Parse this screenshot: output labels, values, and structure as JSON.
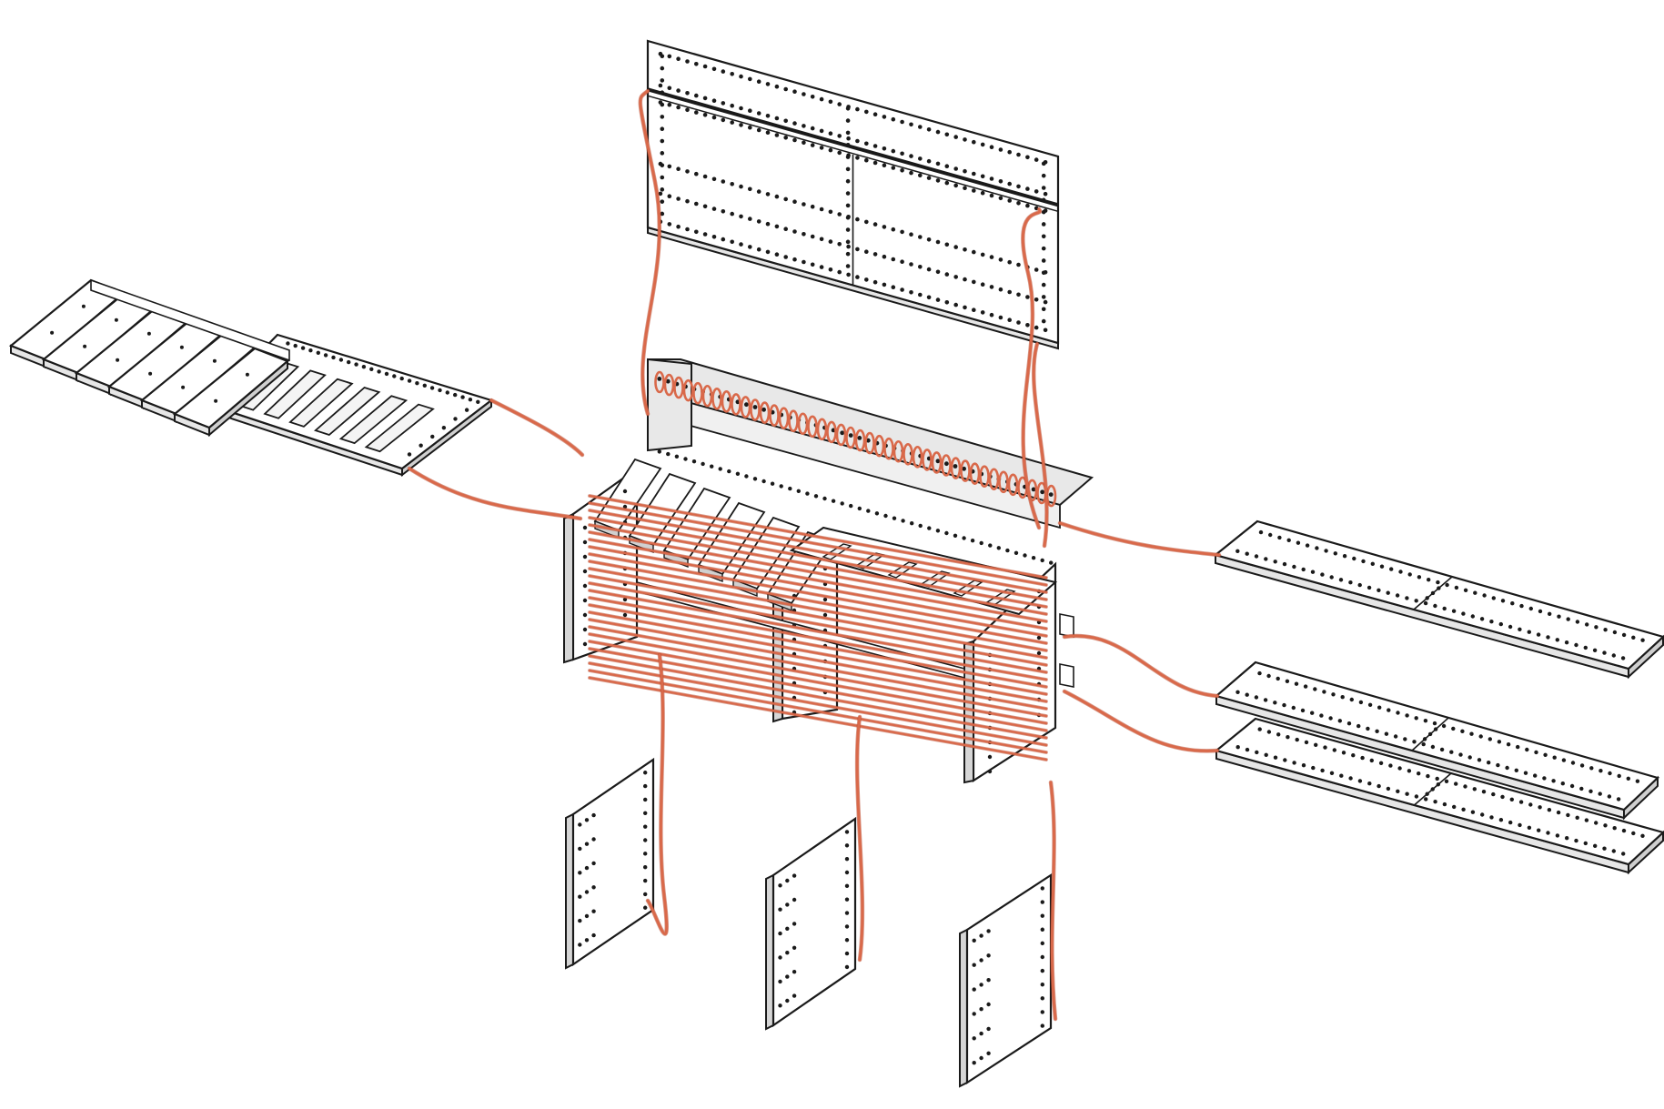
{
  "diagram": {
    "kind": "exploded-axonometric",
    "colors": {
      "background": "#ffffff",
      "panel_fill": "#ffffff",
      "panel_shaded_fill": "#e6e6e6",
      "edge": "#1a1a1a",
      "hole": "#1a1a1a",
      "cord": "#d9694a",
      "cord_dark": "#b8472c"
    },
    "icons": [
      "rope-icon",
      "perforated-panel-icon"
    ],
    "components": [
      "back-panel",
      "seat-panel-slotted",
      "shelf-top",
      "shelf-middle",
      "shelf-bottom",
      "side-panel-left",
      "side-panel-middle",
      "side-panel-right",
      "bench-assembly"
    ]
  }
}
